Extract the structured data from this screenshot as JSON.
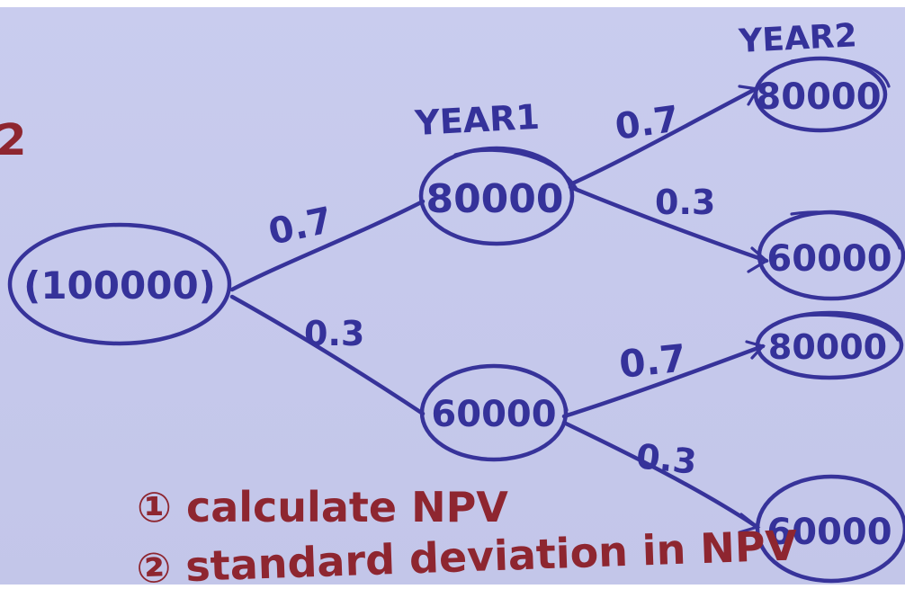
{
  "labels": {
    "question_number": "2",
    "year1": "YEAR1",
    "year2": "YEAR2"
  },
  "nodes": {
    "root": "(100000)",
    "y1_high": "80000",
    "y1_low": "60000",
    "y2_hh": "80000",
    "y2_hl": "60000",
    "y2_lh": "80000",
    "y2_ll": "60000"
  },
  "probabilities": {
    "root_high": "0.7",
    "root_low": "0.3",
    "high_high": "0.7",
    "high_low": "0.3",
    "low_high": "0.7",
    "low_low": "0.3"
  },
  "tasks": {
    "task1": "① calculate NPV",
    "task2": "② standard deviation in NPV"
  },
  "colors": {
    "board": "#c6c9ec",
    "ink_blue": "#37339a",
    "ink_red": "#8e2630"
  }
}
